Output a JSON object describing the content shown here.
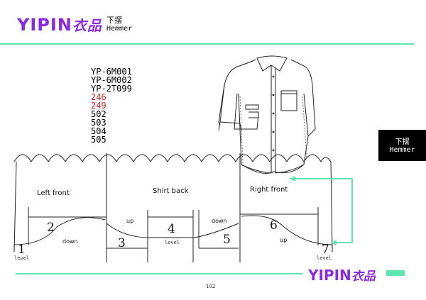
{
  "header": {
    "brand_latin": "YIPIN",
    "brand_cn": "衣品",
    "title_cn": "下摆",
    "title_en": "Hemmer"
  },
  "codes": [
    {
      "text": "YP-6M001",
      "red": false
    },
    {
      "text": "YP-6M002",
      "red": false
    },
    {
      "text": "YP-2T099",
      "red": false
    },
    {
      "text": "246",
      "red": true
    },
    {
      "text": "249",
      "red": true
    },
    {
      "text": "502",
      "red": false
    },
    {
      "text": "503",
      "red": false
    },
    {
      "text": "504",
      "red": false
    },
    {
      "text": "505",
      "red": false
    }
  ],
  "tag": {
    "line1": "下摆",
    "line2": "Hemmer"
  },
  "diagram": {
    "panels": {
      "left": "Left front",
      "back": "Shirt back",
      "right": "Right front"
    },
    "steps": [
      "1",
      "2",
      "3",
      "4",
      "5",
      "6",
      "7"
    ],
    "level_label": "level",
    "up_label": "up",
    "down_label": "down"
  },
  "footer": {
    "brand_latin": "YIPIN",
    "brand_cn": "衣品",
    "page": "102"
  },
  "colors": {
    "brand": "#8a2be2",
    "accent": "#5fe6b0",
    "highlight": "#d42020"
  }
}
